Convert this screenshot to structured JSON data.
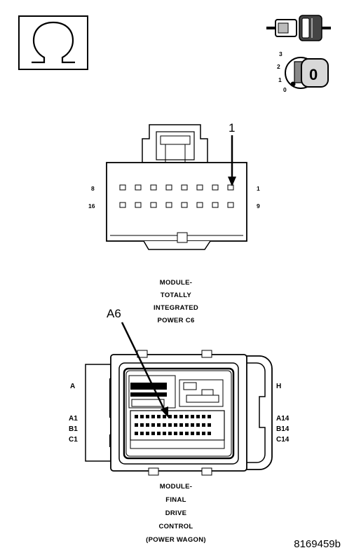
{
  "meter_symbol": {
    "icon": "ohm-symbol-icon",
    "glyph": "Ω"
  },
  "connector_icon": {
    "icon": "disconnected-connector-icon"
  },
  "ignition_icon": {
    "icon": "ignition-key-icon",
    "positions": [
      "3",
      "2",
      "1",
      "0"
    ],
    "key_label": "0"
  },
  "connector_c6": {
    "callout": "1",
    "pin_labels": {
      "top_left": "8",
      "top_right": "1",
      "bottom_left": "16",
      "bottom_right": "9"
    },
    "caption": [
      "MODULE-",
      "TOTALLY",
      "INTEGRATED",
      "POWER C6"
    ]
  },
  "connector_fdc": {
    "callout": "A6",
    "row_labels_left": [
      "A",
      "A1",
      "B1",
      "C1"
    ],
    "row_labels_right": [
      "H",
      "A14",
      "B14",
      "C14"
    ],
    "caption": [
      "MODULE-",
      "FINAL",
      "DRIVE",
      "CONTROL",
      "(POWER WAGON)"
    ]
  },
  "figure_id": "8169459b"
}
